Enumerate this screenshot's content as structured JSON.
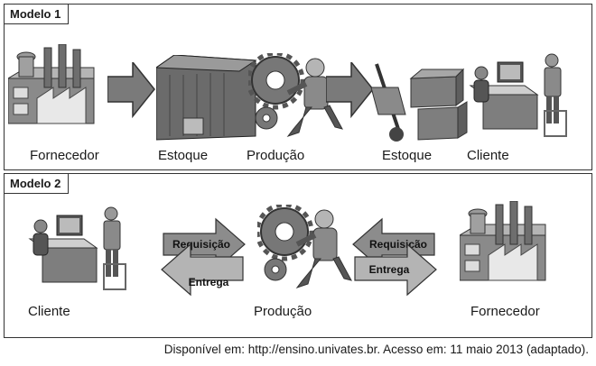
{
  "model1": {
    "title": "Modelo 1",
    "labels": [
      "Fornecedor",
      "Estoque",
      "Produção",
      "Estoque",
      "Cliente"
    ]
  },
  "model2": {
    "title": "Modelo 2",
    "labels": [
      "Cliente",
      "Produção",
      "Fornecedor"
    ],
    "arrows": {
      "left_request": "Requisição",
      "left_delivery": "Entrega",
      "right_request": "Requisição",
      "right_delivery": "Entrega"
    }
  },
  "source": "Disponível em: http://ensino.univates.br. Acesso em: 11 maio 2013 (adaptado)."
}
